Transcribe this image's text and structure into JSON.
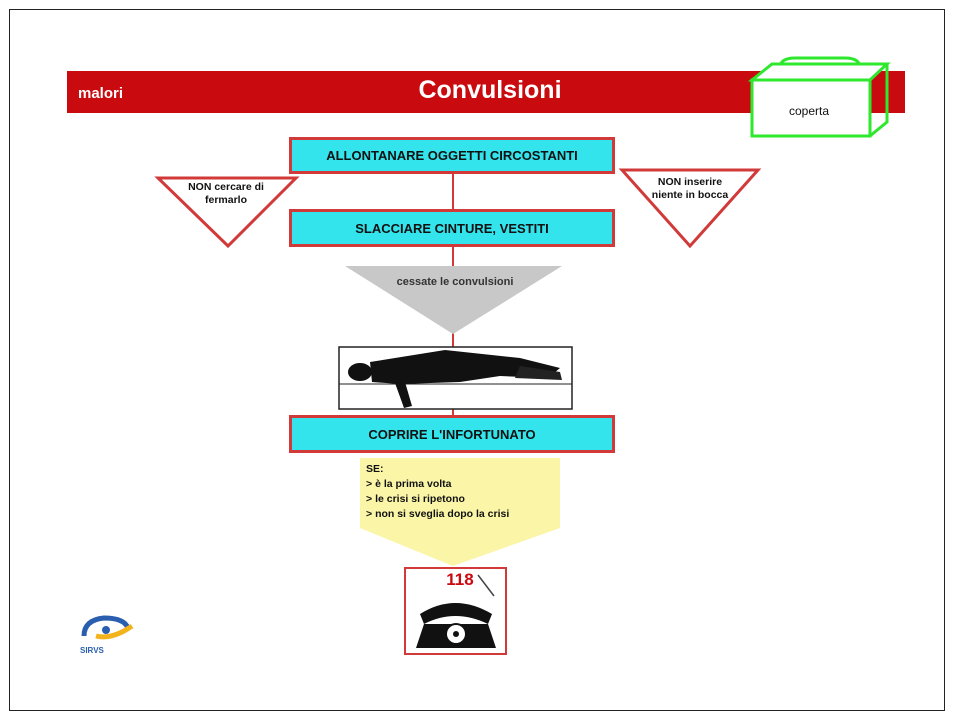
{
  "header": {
    "section_label": "malori",
    "title": "Convulsioni"
  },
  "bag": {
    "label": "coperta"
  },
  "steps": [
    "ALLONTANARE OGGETTI CIRCOSTANTI",
    "SLACCIARE CINTURE, VESTITI",
    "COPRIRE L'INFORTUNATO"
  ],
  "warnings": {
    "left": "NON cercare di fermarlo",
    "right": "NON inserire niente in bocca"
  },
  "funnel": {
    "text": "cessate le convulsioni"
  },
  "conditions": {
    "heading": "SE:",
    "items": [
      "è la prima volta",
      "le crisi si ripetono",
      "non si sveglia dopo la crisi"
    ]
  },
  "emergency": {
    "number": "118"
  },
  "logo": {
    "text": "SIRVS"
  },
  "colors": {
    "header": "#c90a0f",
    "box_fill": "#33e4ec",
    "box_border": "#d23a3a",
    "bag": "#2ee82e",
    "funnel": "#c8c8c8",
    "conditions_fill": "#fbf5a8"
  }
}
